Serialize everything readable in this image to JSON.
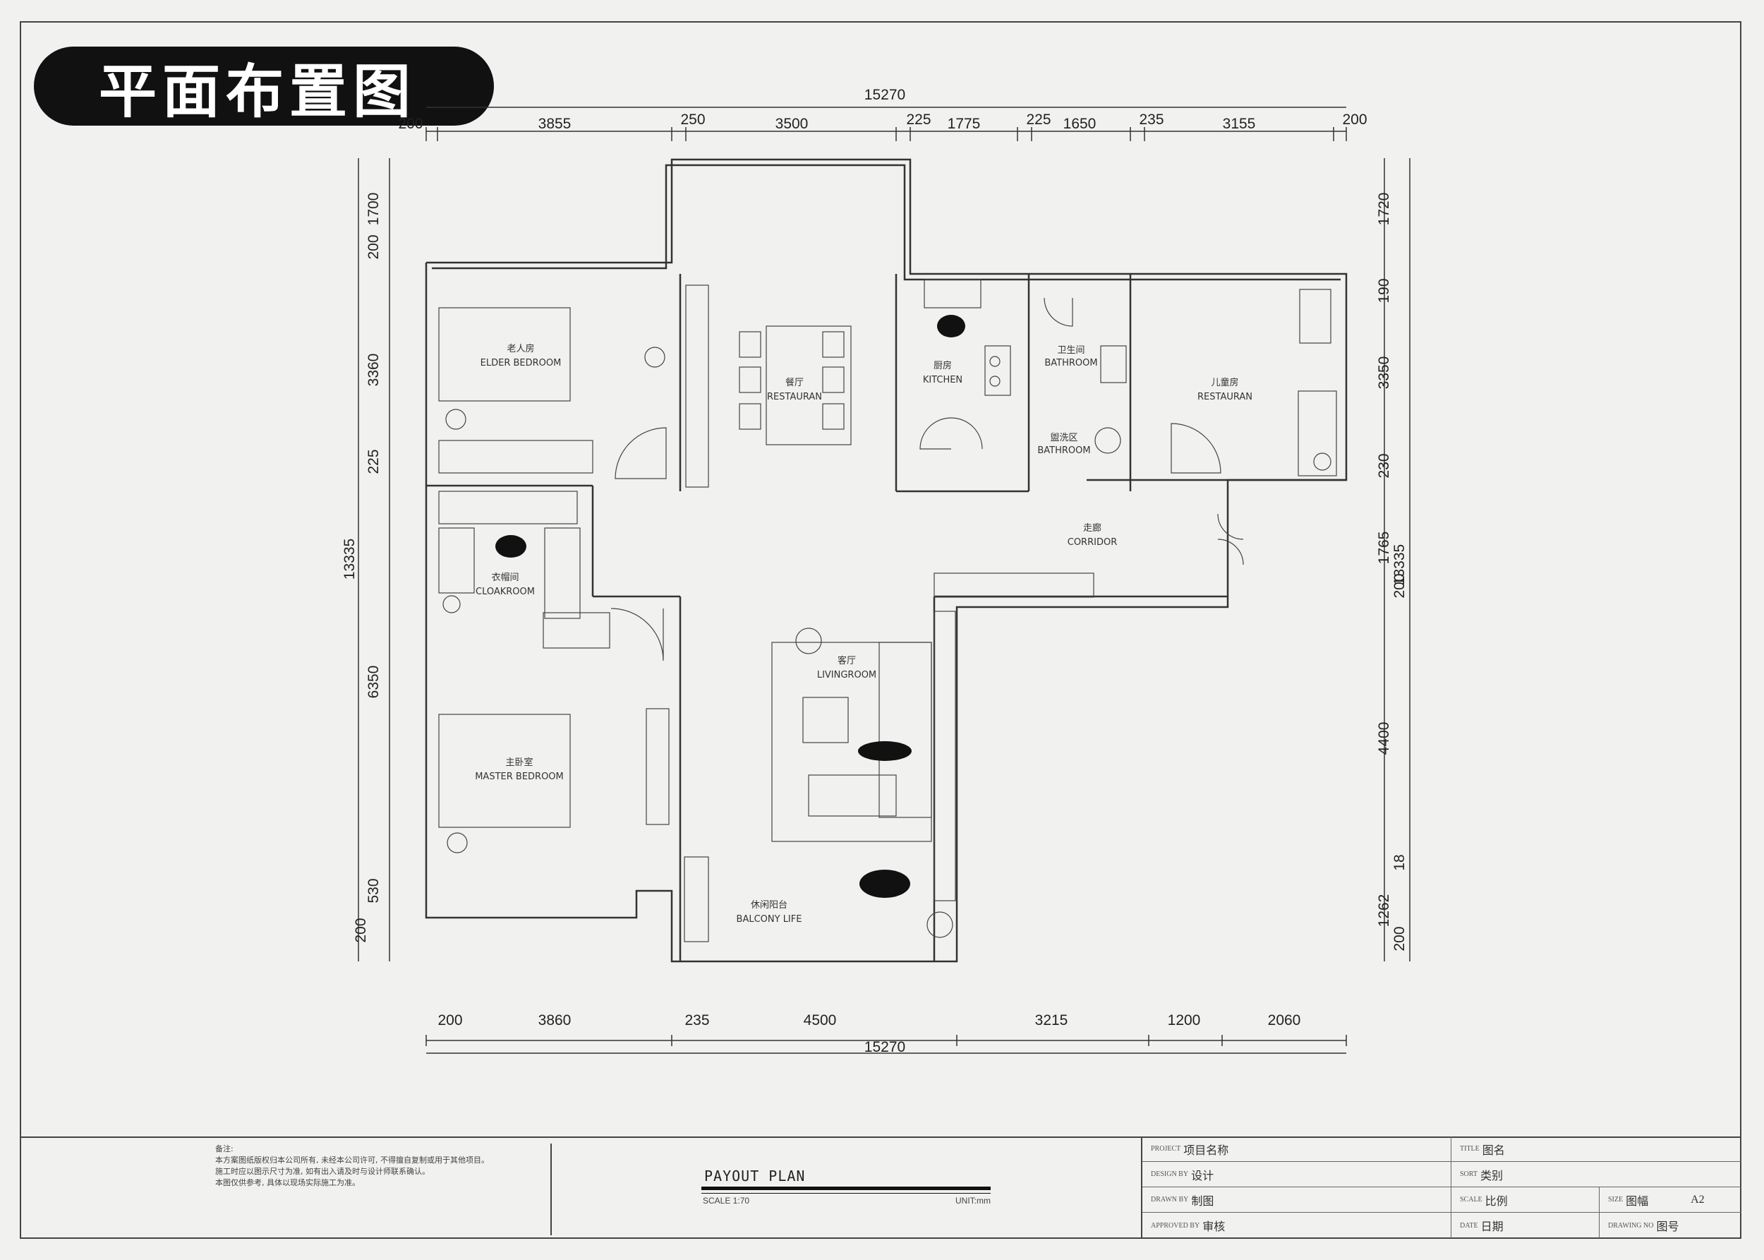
{
  "title_badge": "平面布置图",
  "dimensions": {
    "top_total": "15270",
    "top_segments": [
      "200",
      "3855",
      "250",
      "3500",
      "225",
      "1775",
      "225",
      "1650",
      "235",
      "3155",
      "200"
    ],
    "bottom_total": "15270",
    "bottom_segments": [
      "200",
      "3860",
      "235",
      "4500",
      "3215",
      "1200",
      "2060"
    ],
    "left_total": "13335",
    "left_segments": [
      "1700",
      "200",
      "3360",
      "225",
      "6350",
      "530",
      "200"
    ],
    "right_total": "13335",
    "right_segments": [
      "1720",
      "190",
      "3350",
      "230",
      "1765",
      "200",
      "4400",
      "18",
      "1262",
      "200"
    ]
  },
  "rooms": {
    "elder_bedroom": {
      "cn": "老人房",
      "en": "ELDER BEDROOM"
    },
    "restaurant": {
      "cn": "餐厅",
      "en": "RESTAURAN"
    },
    "kitchen": {
      "cn": "厨房",
      "en": "KITCHEN"
    },
    "toilet": {
      "cn": "卫生间",
      "en": "BATHROOM"
    },
    "washroom": {
      "cn": "盥洗区",
      "en": "BATHROOM"
    },
    "child_room": {
      "cn": "儿童房",
      "en": "RESTAURAN"
    },
    "corridor": {
      "cn": "走廊",
      "en": "CORRIDOR"
    },
    "cloakroom": {
      "cn": "衣帽间",
      "en": "CLOAKROOM"
    },
    "living_room": {
      "cn": "客厅",
      "en": "LIVINGROOM"
    },
    "master_bedroom": {
      "cn": "主卧室",
      "en": "MASTER BEDROOM"
    },
    "balcony": {
      "cn": "休闲阳台",
      "en": "BALCONY LIFE"
    }
  },
  "title_block": {
    "notes_title": "备注:",
    "notes_lines": [
      "本方案图纸版权归本公司所有, 未经本公司许可, 不得擅自复制或用于其他项目。",
      "施工时应以图示尺寸为准, 如有出入请及时与设计师联系确认。",
      "本图仅供参考, 具体以现场实际施工为准。"
    ],
    "plan_name": "PAYOUT PLAN",
    "scale": "SCALE  1:70",
    "unit": "UNIT:mm",
    "project_label": "PROJECT",
    "project_value": "项目名称",
    "title_label": "TITLE",
    "title_value": "图名",
    "design_label": "DESIGN BY",
    "design_value": "设计",
    "sort_label": "SORT",
    "sort_value": "类别",
    "drawn_label": "DRAWN BY",
    "drawn_value": "制图",
    "scale_label": "SCALE",
    "scale_value": "比例",
    "size_label": "SIZE",
    "size_value": "图幅",
    "size_code": "A2",
    "approved_label": "APPROVED BY",
    "approved_value": "审核",
    "date_label": "DATE",
    "date_value": "日期",
    "drawing_no_label": "DRAWING NO",
    "drawing_no_value": "图号"
  }
}
